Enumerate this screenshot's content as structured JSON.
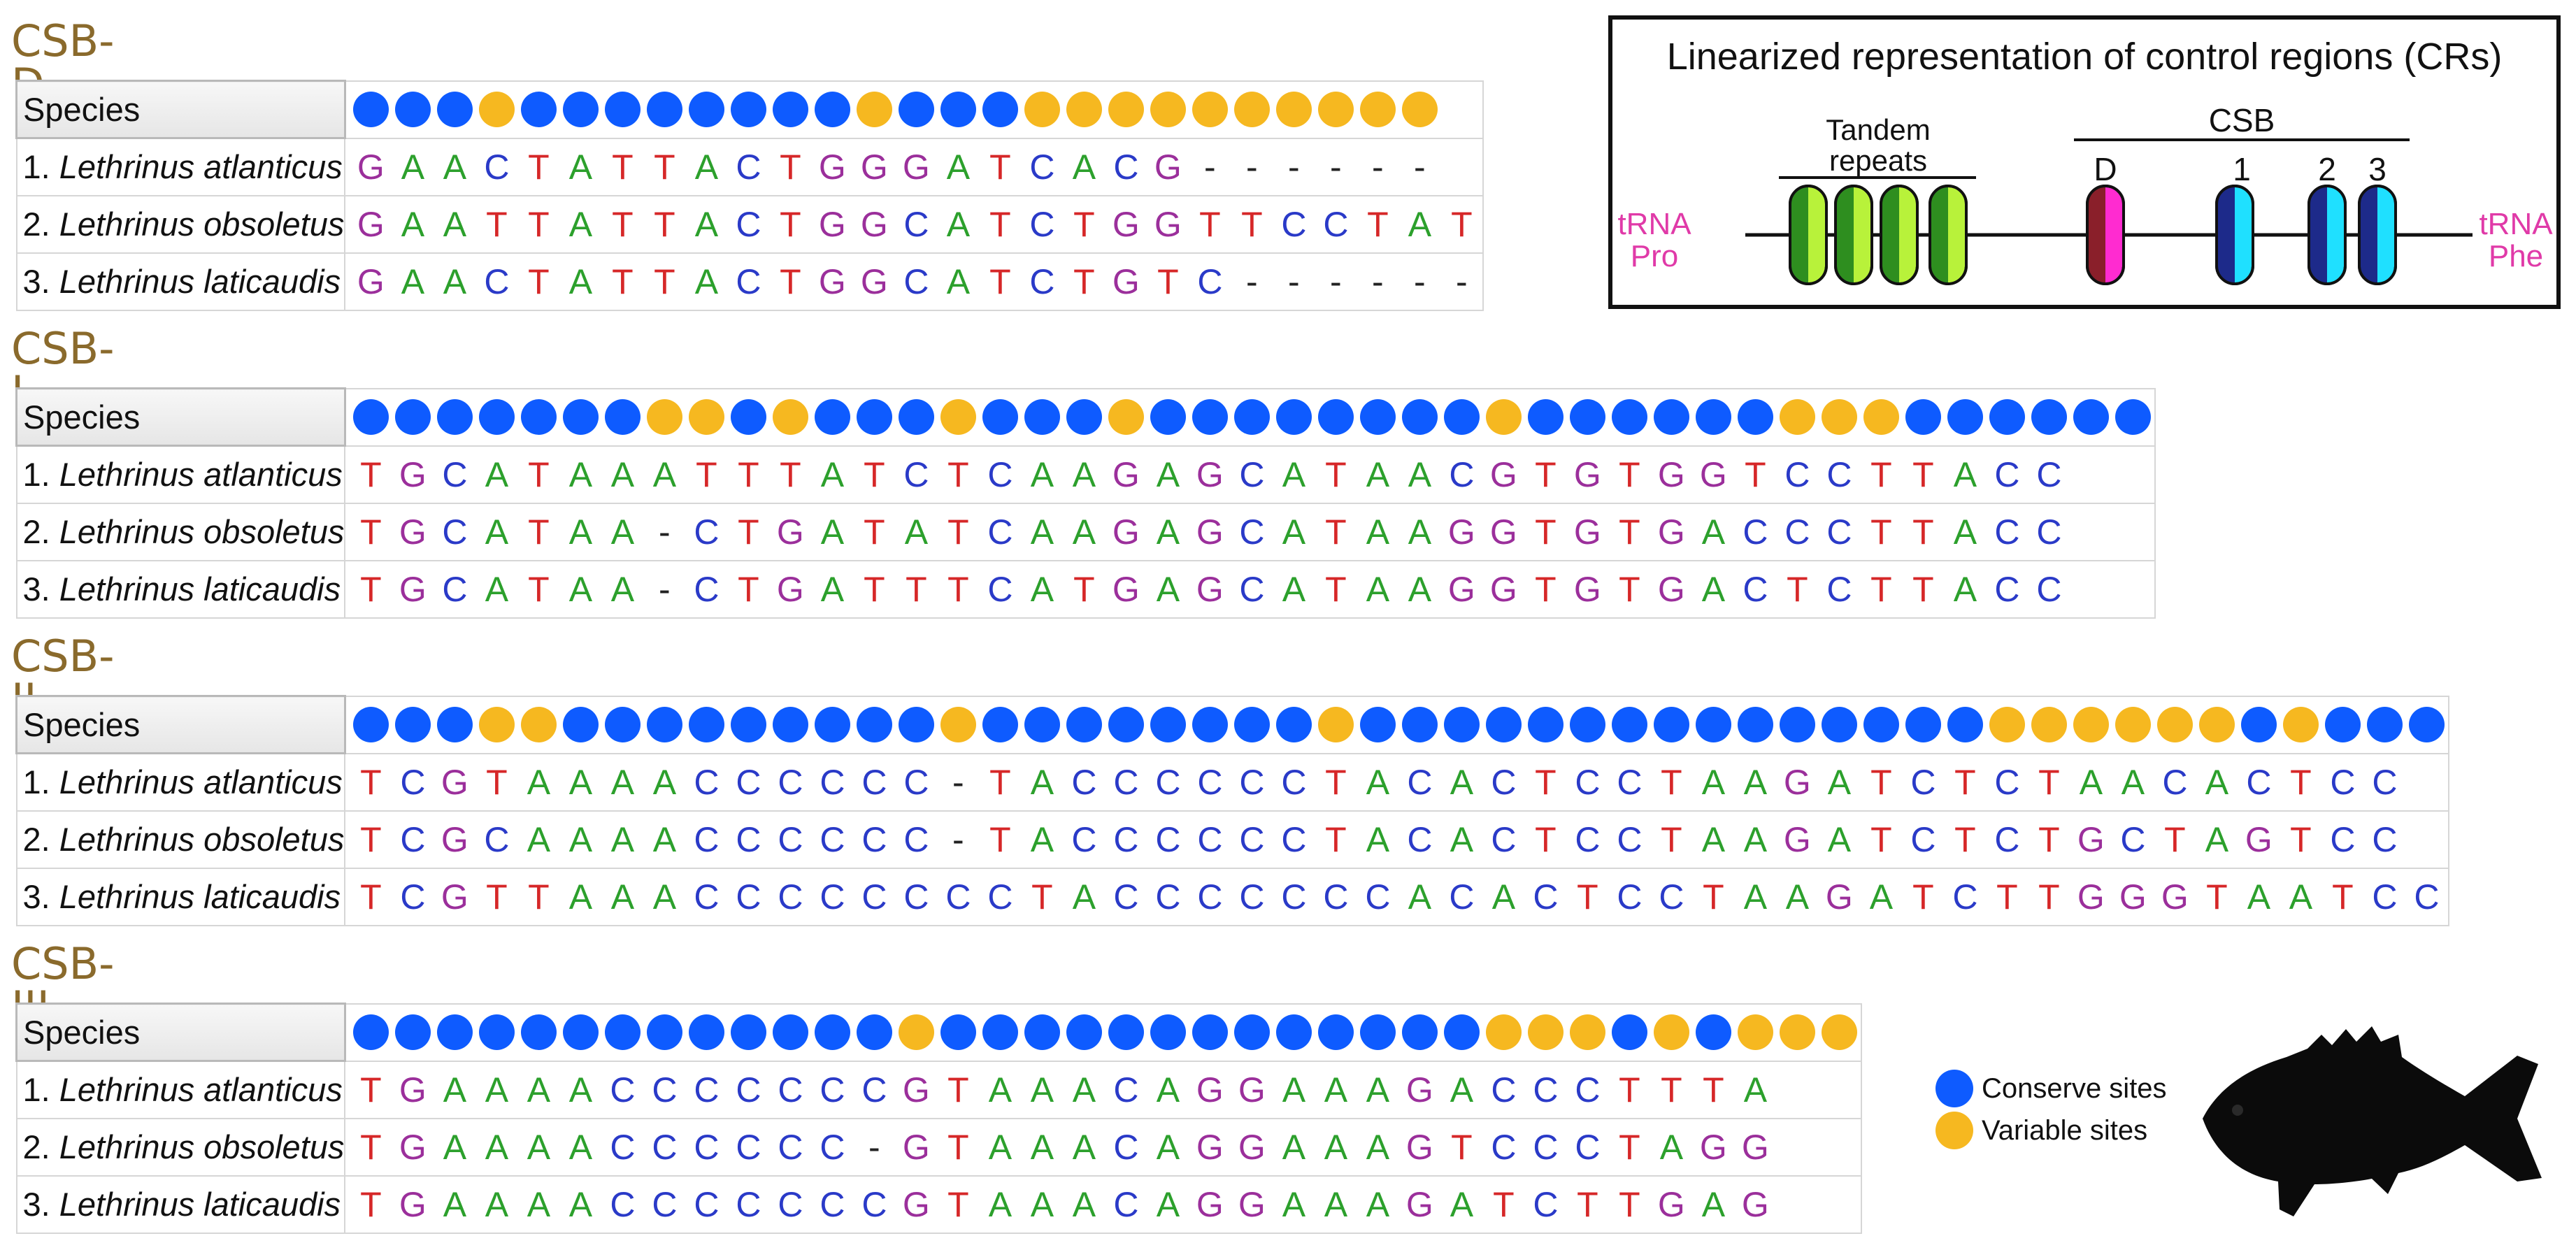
{
  "header_label": "Species",
  "species": [
    "1. ",
    "2. ",
    "3. "
  ],
  "species_names": [
    "Lethrinus atlanticus",
    "Lethrinus obsoletus",
    "Lethrinus laticaudis"
  ],
  "blocks": [
    {
      "title": "CSB-D",
      "sites": "cccvccccccccvcccvvvvvvvvvv",
      "seqs": [
        "GAACTATTACTGGGATCACG------",
        "GAATTATTACTGGCATCTGGTTCCTAT",
        "GAACTATTACTGGCATCTGTC------"
      ]
    },
    {
      "title": "CSB-I",
      "sites": "cccccccvvcvcccvcccvccccccccvccccccvvvcccccc",
      "seqs": [
        "TGCATAAATTTATCTCAAGAGCATAACGTGTGGTCCTTACC",
        "TGCATAA-CTGATATCAAGAGCATAAGGTGTGACCCTTACC",
        "TGCATAA-CTGATTTCATGAGCATAAGGTGTGACTCTTACC"
      ]
    },
    {
      "title": "CSB-II",
      "sites": "cccvvcccccccccvccccccccvcccccccccccccccvvvvvvcvccc",
      "seqs": [
        "TCGTAAAACCCCCC-TACCCCCCTACACTCCTAAGATCTCTAACACTCC",
        "TCGCAAAACCCCCC-TACCCCCCTACACTCCTAAGATCTCTGCTAGTCC",
        "TCGTTAAACCCCCCCCTACCCCCCCACACTCCTAAGATCTTGGGTAATCC"
      ]
    },
    {
      "title": "CSB-III",
      "sites": "cccccccccccccvcccccccccccccvvvcvcvvv",
      "seqs": [
        "TGAAAACCCCCCCGTAAACAGGAAAGACCCTTTA",
        "TGAAAACCCCCC-GTAAACAGGAAAGTCCCTAGG",
        "TGAAAACCCCCCCGTAAACAGGAAAGATCTTGAG"
      ]
    }
  ],
  "cr_panel": {
    "title": "Linearized representation of control regions (CRs)",
    "tandem_label_1": "Tandem",
    "tandem_label_2": "repeats",
    "csb_label": "CSB",
    "d_label": "D",
    "n1": "1",
    "n2": "2",
    "n3": "3",
    "trna_pro_1": "tRNA",
    "trna_pro_2": "Pro",
    "trna_phe_1": "tRNA",
    "trna_phe_2": "Phe"
  },
  "legend": {
    "conserve": "Conserve sites",
    "variable": "Variable sites"
  },
  "colors": {
    "conserve": "#0e5bff",
    "variable": "#f6b820",
    "A": "#2ca02c",
    "T": "#d62728",
    "G": "#9b2f9b",
    "C": "#2a3ac8",
    "title": "#8a6a2c",
    "trna": "#e03aa8"
  }
}
